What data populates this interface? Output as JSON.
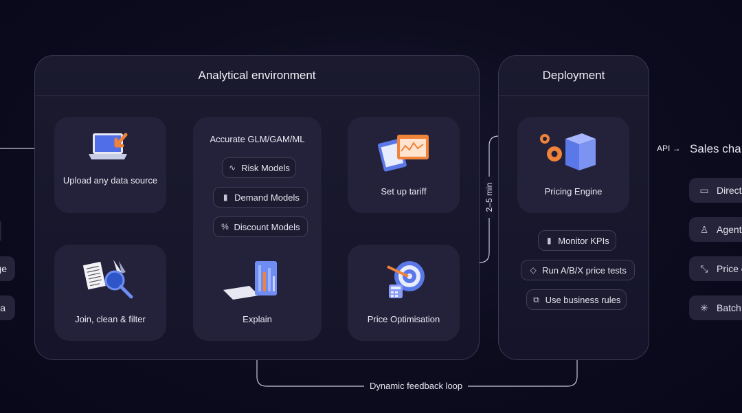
{
  "panels": {
    "analytical": {
      "title": "Analytical environment"
    },
    "deployment": {
      "title": "Deployment"
    }
  },
  "cards": {
    "upload": {
      "label": "Upload any data source",
      "icon": "laptop-upload-icon"
    },
    "join": {
      "label": "Join, clean & filter",
      "icon": "magnifier-documents-icon"
    },
    "models": {
      "title": "Accurate GLM/GAM/ML",
      "explain_label": "Explain",
      "icon": "bar-chart-report-icon"
    },
    "tariff": {
      "label": "Set up tariff",
      "icon": "tariff-screens-icon"
    },
    "optimisation": {
      "label": "Price Optimisation",
      "icon": "target-dart-icon"
    },
    "engine": {
      "label": "Pricing Engine",
      "icon": "cube-gears-icon"
    }
  },
  "model_pills": [
    {
      "label": "Risk Models",
      "icon": "pulse-icon"
    },
    {
      "label": "Demand Models",
      "icon": "bars-icon"
    },
    {
      "label": "Discount Models",
      "icon": "percent-icon"
    }
  ],
  "deployment_pills": [
    {
      "label": "Monitor KPIs",
      "icon": "bars-icon"
    },
    {
      "label": "Run A/B/X price tests",
      "icon": "box-icon"
    },
    {
      "label": "Use business rules",
      "icon": "rules-icon"
    }
  ],
  "sales_channels": {
    "title": "Sales cha",
    "api_label": "API →",
    "items": [
      {
        "label": "Direct",
        "icon": "clipboard-icon"
      },
      {
        "label": "Agent",
        "icon": "person-icon"
      },
      {
        "label": "Price c",
        "icon": "compress-arrows-icon"
      },
      {
        "label": "Batch",
        "icon": "spinner-icon"
      }
    ]
  },
  "left_edge": {
    "items": [
      {
        "label": "ge"
      },
      {
        "label": "a"
      }
    ]
  },
  "connectors": {
    "deploy_time": "2–5 min",
    "feedback": "Dynamic feedback loop"
  },
  "colors": {
    "background": "#0d0c1e",
    "panel": "#1b1a2e",
    "card": "#23223a",
    "border": "#3a3950",
    "line": "#c9c8d8",
    "accent_orange": "#f0833a",
    "accent_blue": "#3b82f6",
    "accent_purple": "#8b7cf6"
  }
}
